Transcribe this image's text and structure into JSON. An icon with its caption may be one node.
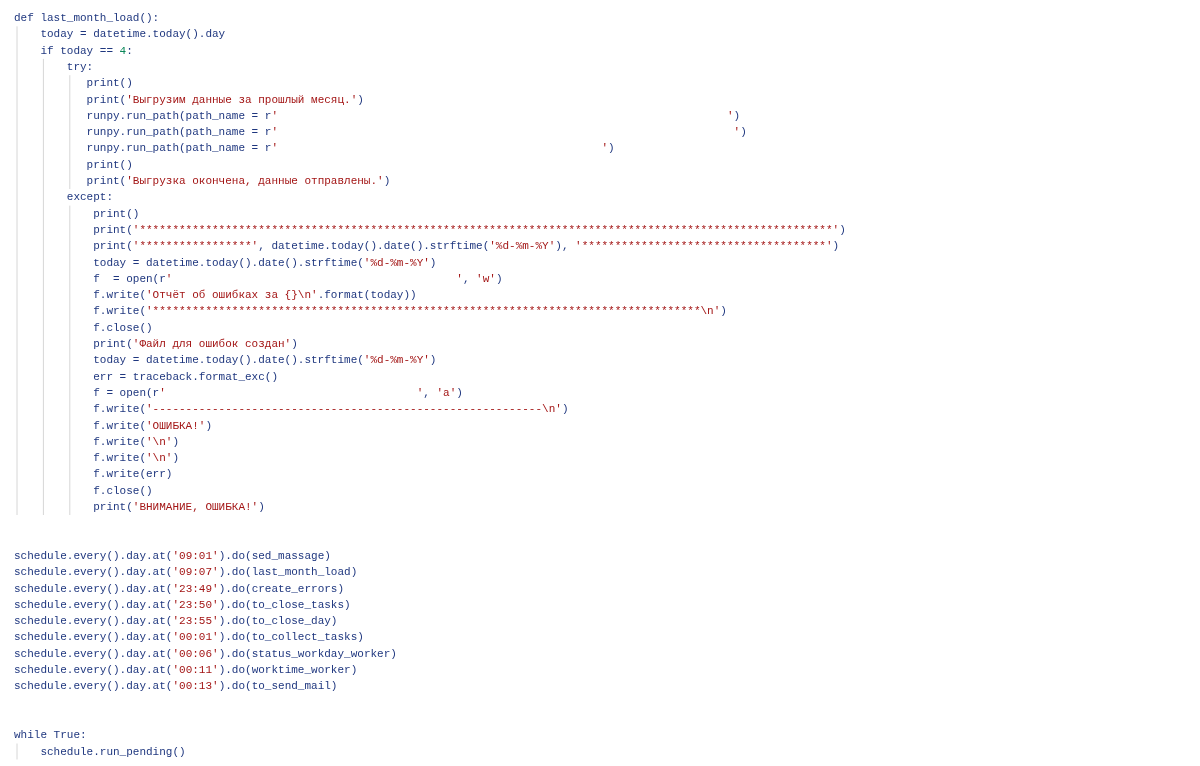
{
  "diagram": {
    "labels": [
      "def last_month_load():",
      "today = datetime.today().day",
      "if today == 4:",
      "try:",
      "print()",
      "print('Выгрузим данные за прошлый месяц.')",
      "runpy.run_path(path_name = r'                                                                    ')",
      "runpy.run_path(path_name = r'                                                                     ')",
      "runpy.run_path(path_name = r'                                                 ')",
      "print()",
      "print('Выгрузка окончена, данные отправлены.')",
      "except:",
      "print()",
      "print('*********************************************************************************************************')",
      "print('*****************', datetime.today().date().strftime('%d-%m-%Y'), '*************************************')",
      "today = datetime.today().date().strftime('%d-%m-%Y')",
      "f  = open(r'                                           ', 'w')",
      "f.write('Отчёт об ошибках за {}\\n'.format(today))",
      "f.write('***********************************************************************************\\n')",
      "f.close()",
      "print('Файл для ошибок создан')",
      "today = datetime.today().date().strftime('%d-%m-%Y')",
      "err = traceback.format_exc()",
      "f = open(r'                                      ', 'a')",
      "f.write('-----------------------------------------------------------\\n')",
      "f.write('ОШИБКА!')",
      "f.write('\\n')",
      "f.write('\\n')",
      "f.write(err)",
      "f.close()",
      "print('ВНИМАНИЕ, ОШИБКА!')",
      "schedule.every().day.at('09:01').do(sed_massage)",
      "schedule.every().day.at('09:07').do(last_month_load)",
      "schedule.every().day.at('23:49').do(create_errors)",
      "schedule.every().day.at('23:50').do(to_close_tasks)",
      "schedule.every().day.at('23:55').do(to_close_day)",
      "schedule.every().day.at('00:01').do(to_collect_tasks)",
      "schedule.every().day.at('00:06').do(status_workday_worker)",
      "schedule.every().day.at('00:11').do(worktime_worker)",
      "schedule.every().day.at('00:13').do(to_send_mail)",
      "while True:",
      "schedule.run_pending()"
    ]
  }
}
